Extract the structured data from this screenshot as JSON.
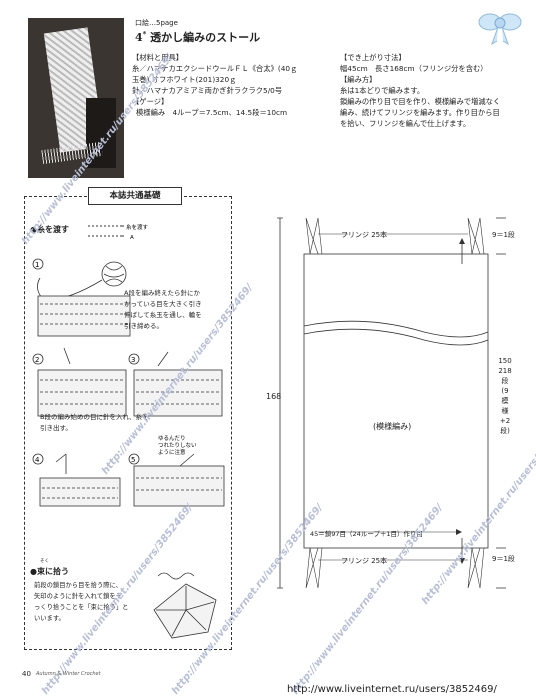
{
  "header": {
    "page_ref": "口絵…5page",
    "title_num": "4",
    "title": "透かし編みのストール"
  },
  "materials": {
    "heading": "【材料と用具】",
    "lines": [
      "糸／ハマナカエクシードウールＦＬ《合太》(40ｇ",
      "玉巻) オフホワイト(201)320ｇ",
      "針／ハマナカアミアミ両かぎ針ラクラク5/0号"
    ]
  },
  "gauge": {
    "heading": "【ゲージ】",
    "text": "模様編み　4ループ＝7.5cm、14.5段＝10cm"
  },
  "size": {
    "heading": "【でき上がり寸法】",
    "text": "幅45cm　長さ168cm（フリンジ分を含む）"
  },
  "method": {
    "heading": "【編み方】",
    "lines": [
      "糸は1本どりで編みます。",
      "鎖編みの作り目で目を作り、模様編みで増減なく",
      "編み、続けてフリンジを編みます。作り目から目",
      "を拾い、フリンジを編んで仕上げます。"
    ]
  },
  "basics": {
    "header": "本誌共通基礎",
    "section1": {
      "title": "●糸を渡す",
      "legend_a": "糸を渡す",
      "legend_b": "A",
      "step1_text": [
        "A段を編み終えたら針にか",
        "かっている目を大きく引き",
        "伸ばして糸玉を通し、輪を",
        "引き締める。"
      ],
      "step2_text": [
        "B段の編み始めの目に針を入れ、糸を",
        "引き出す。"
      ],
      "note_text": [
        "ゆるんだり",
        "つれたりしない",
        "ように注意"
      ],
      "steps": [
        "1",
        "2",
        "3",
        "4",
        "5"
      ]
    },
    "section2": {
      "ruby": "そく",
      "title": "●束に拾う",
      "text": [
        "前段の鎖目から目を拾う際に、",
        "矢印のように針を入れて鎖をそ",
        "っくり拾うことを「束に拾う」と",
        "いいます。"
      ]
    }
  },
  "diagram": {
    "fringe_top": "フリンジ 25本",
    "fringe_bottom": "フリンジ 25本",
    "pattern": "(模様編み)",
    "foundation": "45＝鎖97目（24ループ＋1目）作り目",
    "total_length": "168",
    "side_top": "9＝1段",
    "side_bottom": "9＝1段",
    "side_mid": [
      "150",
      "218",
      "段",
      "(9",
      "模",
      "様",
      "+2",
      "段)"
    ]
  },
  "footer": {
    "page_num": "40",
    "magazine": "Autumn & Winter Crochet"
  },
  "watermark": "http://www.liveinternet.ru/users/3852469/",
  "footer_url": "http://www.liveinternet.ru/users/3852469/"
}
